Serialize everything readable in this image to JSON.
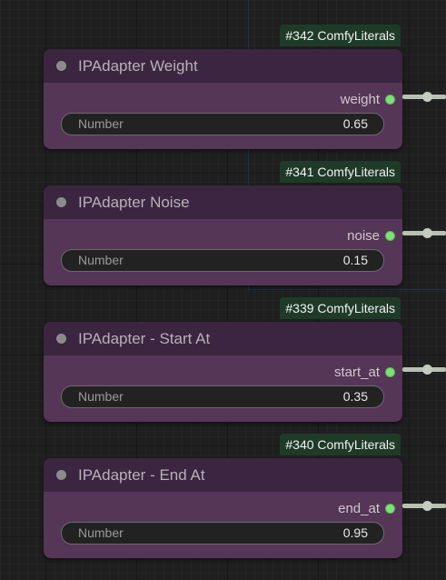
{
  "nodes": [
    {
      "badge": "#342 ComfyLiterals",
      "title": "IPAdapter Weight",
      "output": "weight",
      "widget_name": "Number",
      "widget_value": "0.65"
    },
    {
      "badge": "#341 ComfyLiterals",
      "title": "IPAdapter Noise",
      "output": "noise",
      "widget_name": "Number",
      "widget_value": "0.15"
    },
    {
      "badge": "#339 ComfyLiterals",
      "title": "IPAdapter - Start At",
      "output": "start_at",
      "widget_name": "Number",
      "widget_value": "0.35"
    },
    {
      "badge": "#340 ComfyLiterals",
      "title": "IPAdapter - End At",
      "output": "end_at",
      "widget_name": "Number",
      "widget_value": "0.95"
    }
  ],
  "colors": {
    "canvas": "#1f1f1f",
    "node_body": "#553656",
    "node_header": "#3b2540",
    "badge": "#1f3b27",
    "output_slot": "#7fe07a",
    "link": "#b9bfb3"
  }
}
